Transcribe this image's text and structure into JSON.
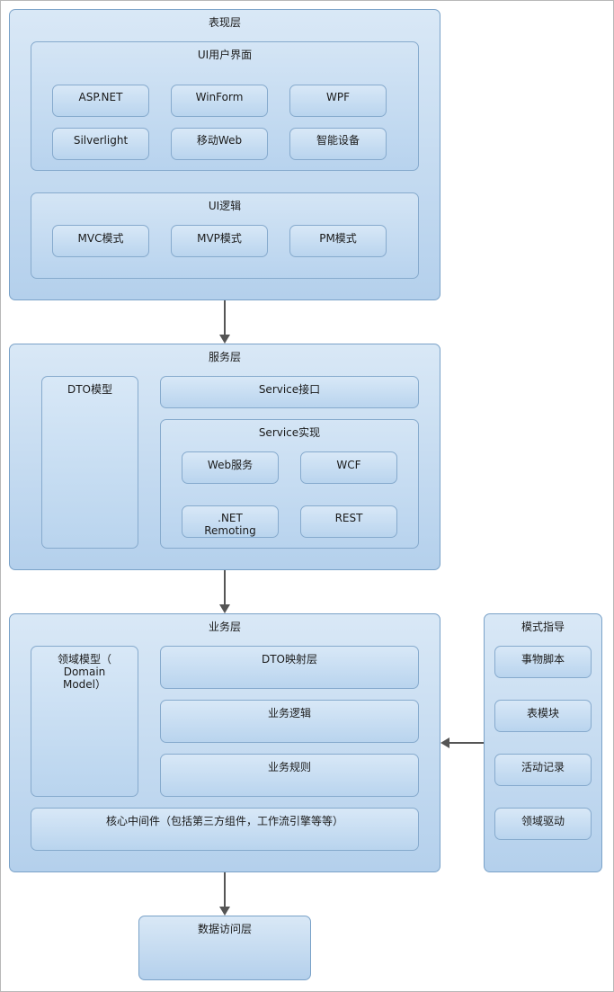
{
  "presentation": {
    "title": "表现层",
    "ui": {
      "title": "UI用户界面",
      "items": [
        "ASP.NET",
        "WinForm",
        "WPF",
        "Silverlight",
        "移动Web",
        "智能设备"
      ]
    },
    "logic": {
      "title": "UI逻辑",
      "items": [
        "MVC模式",
        "MVP模式",
        "PM模式"
      ]
    }
  },
  "service": {
    "title": "服务层",
    "dto": "DTO模型",
    "interface": "Service接口",
    "impl": {
      "title": "Service实现",
      "items": [
        "Web服务",
        "WCF",
        ".NET\nRemoting",
        "REST"
      ]
    }
  },
  "business": {
    "title": "业务层",
    "domain_model": "领域模型（\nDomain\nModel）",
    "dto_mapping": "DTO映射层",
    "logic": "业务逻辑",
    "rules": "业务规则",
    "middleware": "核心中间件（包括第三方组件，工作流引擎等等）"
  },
  "patterns": {
    "title": "模式指导",
    "items": [
      "事物脚本",
      "表模块",
      "活动记录",
      "领域驱动"
    ]
  },
  "data_access": {
    "title": "数据访问层"
  },
  "colors": {
    "fill_top": "#d9e8f6",
    "fill_bottom": "#b4d0ec",
    "border": "#7aa2c8",
    "arrow": "#555555"
  }
}
